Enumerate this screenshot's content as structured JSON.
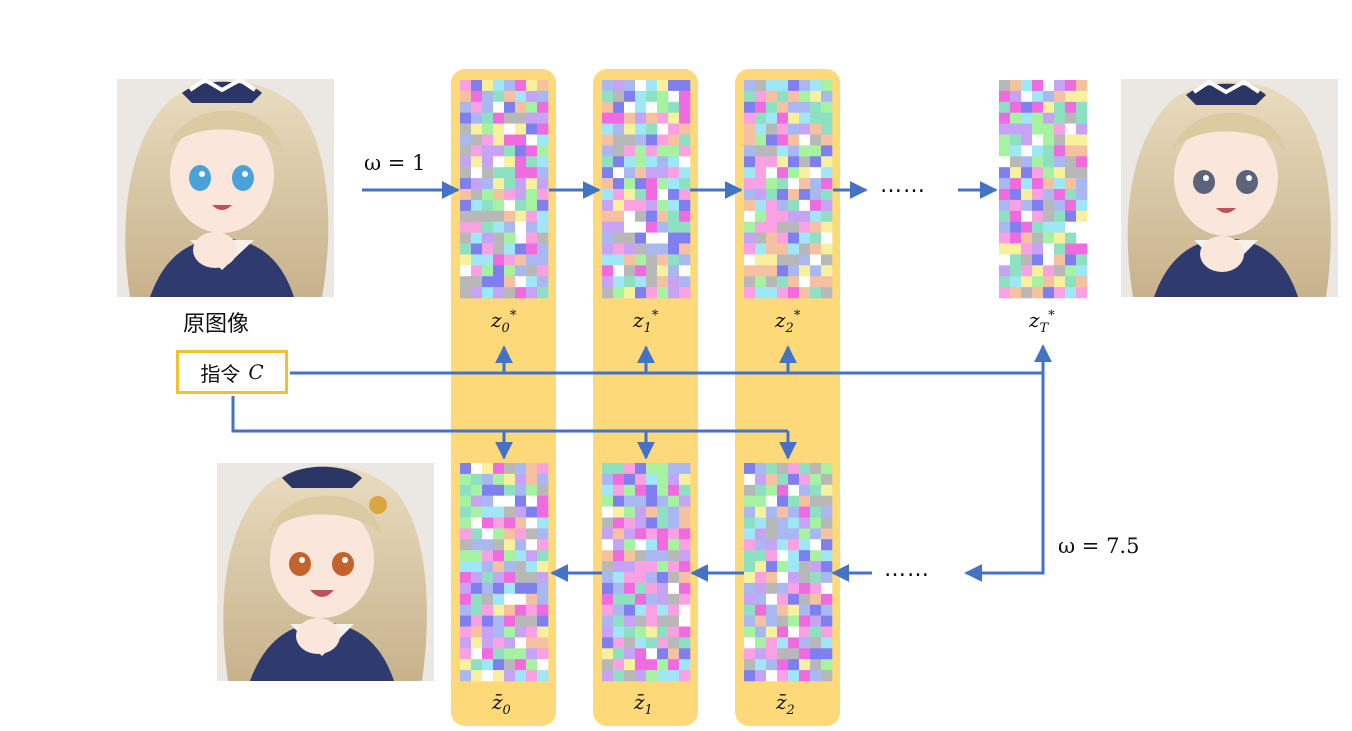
{
  "images": {
    "original": {
      "caption": "原图像",
      "description": "anime girl with blue eyes"
    },
    "reconstructed": {
      "description": "anime girl with grey eyes"
    },
    "edited": {
      "description": "anime girl with orange eyes"
    }
  },
  "instruction_box": {
    "text": "指令",
    "symbol": "C"
  },
  "weights": {
    "inversion": "ω = 1",
    "generation": "ω = 7.5"
  },
  "ellipsis": "……",
  "inversion_latents": [
    {
      "base": "z",
      "sub": "0",
      "sup": "*"
    },
    {
      "base": "z",
      "sub": "1",
      "sup": "*"
    },
    {
      "base": "z",
      "sub": "2",
      "sup": "*"
    },
    {
      "base": "z",
      "sub": "T",
      "sup": "*"
    }
  ],
  "generation_latents": [
    {
      "base": "z̄",
      "sub": "0"
    },
    {
      "base": "z̄",
      "sub": "1"
    },
    {
      "base": "z̄",
      "sub": "2"
    }
  ],
  "colors": {
    "highlight_column": "#fdd97a",
    "arrow": "#4472c4",
    "box_border": "#f2c22e",
    "noise_palette": [
      "#f9a1e3",
      "#a5f3a0",
      "#9fe6f6",
      "#f7f19e",
      "#c6a3f5",
      "#ffffff",
      "#f06be0",
      "#8ee0c2",
      "#a9b8f0",
      "#f6c1a0",
      "#b8b8b8",
      "#7f7ff0"
    ]
  }
}
